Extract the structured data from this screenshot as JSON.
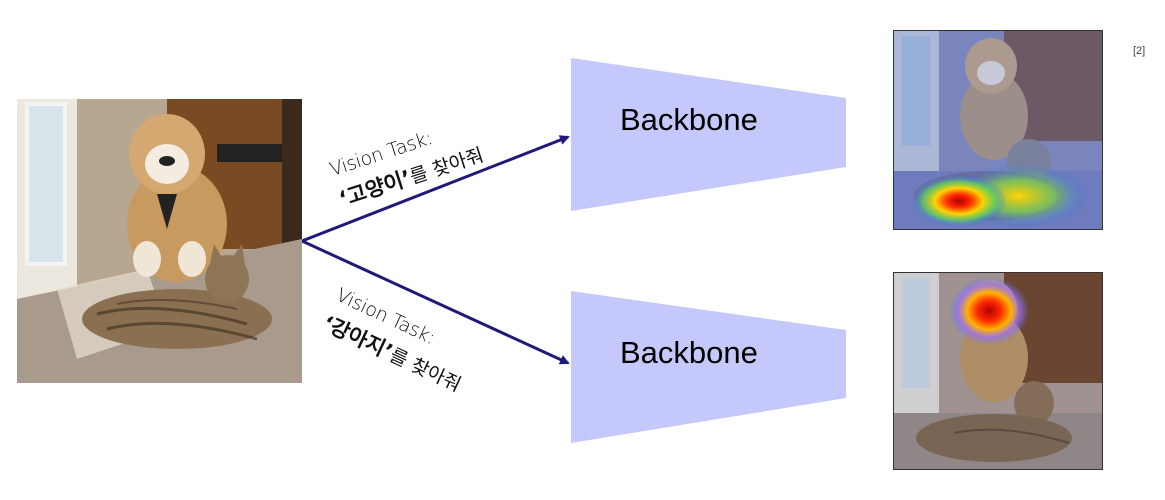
{
  "backbones": [
    {
      "label": "Backbone"
    },
    {
      "label": "Backbone"
    }
  ],
  "tasks": [
    {
      "prefix": "Vision Task:",
      "keyword": "‘고양이’",
      "suffix": "를 찾아줘"
    },
    {
      "prefix": "Vision Task:",
      "keyword": "‘강아지’",
      "suffix": "를 찾아줘"
    }
  ],
  "citation": "[2]",
  "colors": {
    "backbone_fill": "#c5c8fb",
    "arrow": "#1f1a7a",
    "heat_hot": "#d40000",
    "heat_mid": "#ffd400",
    "heat_cool": "#2a6cff"
  }
}
